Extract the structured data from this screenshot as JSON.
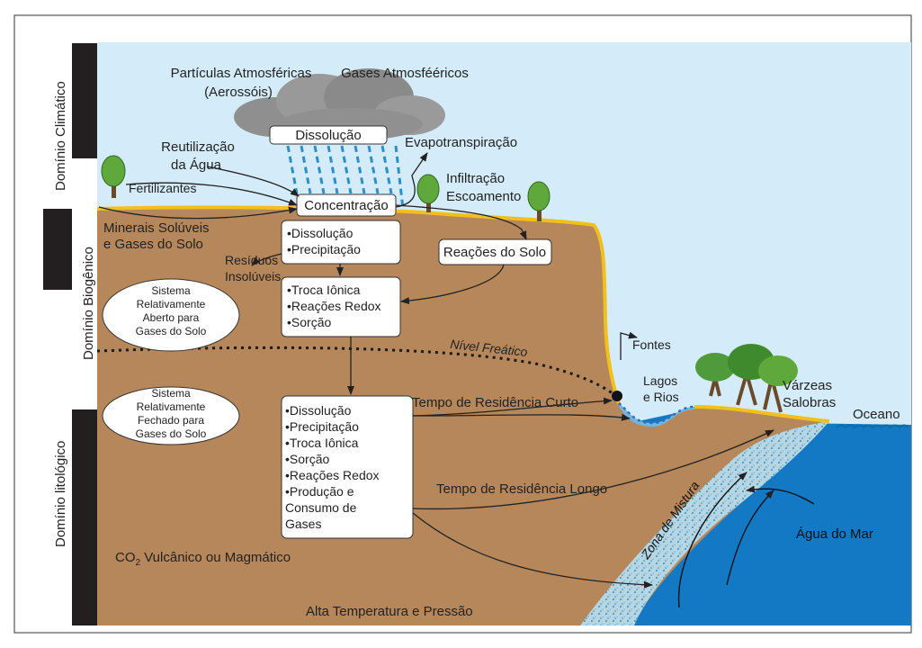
{
  "domains": {
    "climatic": "Domínio Climático",
    "biogenic": "Domínio Biogênico",
    "lithologic": "Domínio litológico"
  },
  "labels": {
    "aerosol_1": "Partículas Atmosféricas",
    "aerosol_2": "(Aerossóis)",
    "gases_atm": "Gases Atmosfééricos",
    "dissolucao_cloud": "Dissolução",
    "reuse_1": "Reutilização",
    "reuse_2": "da Água",
    "evapo": "Evapotranspiração",
    "fertilizantes": "Fertilizantes",
    "infiltracao": "Infiltração",
    "escoamento": "Escoamento",
    "concentracao": "Concentração",
    "minerais_1": "Minerais Solúveis",
    "minerais_2": "e Gases do Solo",
    "residuos_1": "Resíduos",
    "residuos_2": "Insolúveis",
    "reacoes_solo": "Reações do Solo",
    "nivel_freatico": "Nível Freático",
    "fontes": "Fontes",
    "lagos_1": "Lagos",
    "lagos_2": "e Rios",
    "varzeas_1": "Várzeas",
    "varzeas_2": "Salobras",
    "oceano": "Oceano",
    "tempo_curto": "Tempo de Residência Curto",
    "tempo_longo": "Tempo de Residência Longo",
    "agua_mar": "Água do Mar",
    "zona_mistura": "Zona de Mistura",
    "co2_prefix": "CO",
    "co2_sub": "2",
    "co2_rest": " Vulcânico ou Magmático",
    "alta_temp": "Alta Temperatura e Pressão"
  },
  "boxes": {
    "box_soil1": [
      "•Dissolução",
      "•Precipitação"
    ],
    "box_soil2": [
      "•Troca Iônica",
      "•Reações Redox",
      "•Sorção"
    ],
    "box_deep": [
      "•Dissolução",
      "•Precipitação",
      "•Troca Iônica",
      "•Sorção",
      "•Reações Redox",
      "•Produção e",
      "Consumo de",
      "Gases"
    ]
  },
  "ellipses": {
    "open": [
      "Sistema",
      "Relativamente",
      "Aberto para",
      "Gases do Solo"
    ],
    "closed": [
      "Sistema",
      "Relativamente",
      "Fechado para",
      "Gases do Solo"
    ]
  },
  "colors": {
    "sky": "#d4ecf9",
    "soil": "#b6875a",
    "surface_line": "#f2c01d",
    "sea": "#1479c4",
    "bar": "#231f20",
    "rain": "#2e8fc8",
    "cloud": "#8f8f8f"
  }
}
